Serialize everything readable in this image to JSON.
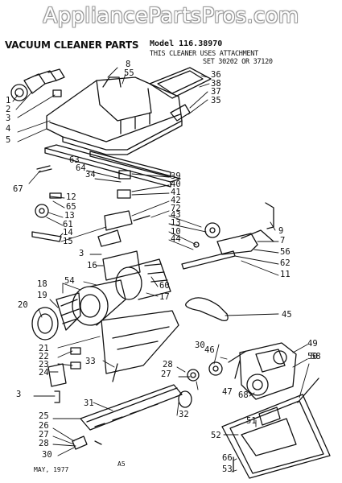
{
  "watermark": "AppliancePartsPros.com",
  "title": "VACUUM CLEANER PARTS",
  "model": "Model 116.38970",
  "note_line1": "THIS CLEANER USES ATTACHMENT",
  "note_line2": "SET 30202 OR 37120",
  "date": "MAY, 1977",
  "code": "A5",
  "callouts": [
    {
      "id": "1",
      "text": "1"
    },
    {
      "id": "2",
      "text": "2"
    },
    {
      "id": "3a",
      "text": "3"
    },
    {
      "id": "4",
      "text": "4"
    },
    {
      "id": "5",
      "text": "5"
    },
    {
      "id": "8",
      "text": "8"
    },
    {
      "id": "55",
      "text": "55"
    },
    {
      "id": "36",
      "text": "36"
    },
    {
      "id": "38",
      "text": "38"
    },
    {
      "id": "37",
      "text": "37"
    },
    {
      "id": "35",
      "text": "35"
    },
    {
      "id": "63",
      "text": "63"
    },
    {
      "id": "64",
      "text": "64"
    },
    {
      "id": "34",
      "text": "34"
    },
    {
      "id": "67",
      "text": "67"
    },
    {
      "id": "39",
      "text": "39"
    },
    {
      "id": "40",
      "text": "40"
    },
    {
      "id": "41",
      "text": "41"
    },
    {
      "id": "42",
      "text": "42"
    },
    {
      "id": "12",
      "text": "12"
    },
    {
      "id": "65",
      "text": "65"
    },
    {
      "id": "13a",
      "text": "13"
    },
    {
      "id": "61",
      "text": "61"
    },
    {
      "id": "14",
      "text": "14"
    },
    {
      "id": "15",
      "text": "15"
    },
    {
      "id": "43",
      "text": "43"
    },
    {
      "id": "72",
      "text": "72"
    },
    {
      "id": "13b",
      "text": "13"
    },
    {
      "id": "10",
      "text": "10"
    },
    {
      "id": "44",
      "text": "44"
    },
    {
      "id": "3b",
      "text": "3"
    },
    {
      "id": "16",
      "text": "16"
    },
    {
      "id": "18",
      "text": "18"
    },
    {
      "id": "54",
      "text": "54"
    },
    {
      "id": "9",
      "text": "9"
    },
    {
      "id": "7",
      "text": "7"
    },
    {
      "id": "56",
      "text": "56"
    },
    {
      "id": "62",
      "text": "62"
    },
    {
      "id": "11",
      "text": "11"
    },
    {
      "id": "20",
      "text": "20"
    },
    {
      "id": "19",
      "text": "19"
    },
    {
      "id": "60",
      "text": "60"
    },
    {
      "id": "17",
      "text": "17"
    },
    {
      "id": "45",
      "text": "45"
    },
    {
      "id": "21",
      "text": "21"
    },
    {
      "id": "22",
      "text": "22"
    },
    {
      "id": "23",
      "text": "23"
    },
    {
      "id": "24",
      "text": "24"
    },
    {
      "id": "33",
      "text": "33"
    },
    {
      "id": "30a",
      "text": "30"
    },
    {
      "id": "46",
      "text": "46"
    },
    {
      "id": "49",
      "text": "49"
    },
    {
      "id": "50",
      "text": "50"
    },
    {
      "id": "28a",
      "text": "28"
    },
    {
      "id": "27a",
      "text": "27"
    },
    {
      "id": "47",
      "text": "47"
    },
    {
      "id": "3c",
      "text": "3"
    },
    {
      "id": "68",
      "text": "68"
    },
    {
      "id": "58",
      "text": "58"
    },
    {
      "id": "25",
      "text": "25"
    },
    {
      "id": "31",
      "text": "31"
    },
    {
      "id": "32",
      "text": "32"
    },
    {
      "id": "26",
      "text": "26"
    },
    {
      "id": "27b",
      "text": "27"
    },
    {
      "id": "28b",
      "text": "28"
    },
    {
      "id": "51",
      "text": "51"
    },
    {
      "id": "52",
      "text": "52"
    },
    {
      "id": "30b",
      "text": "30"
    },
    {
      "id": "66",
      "text": "66"
    },
    {
      "id": "53",
      "text": "53"
    }
  ]
}
